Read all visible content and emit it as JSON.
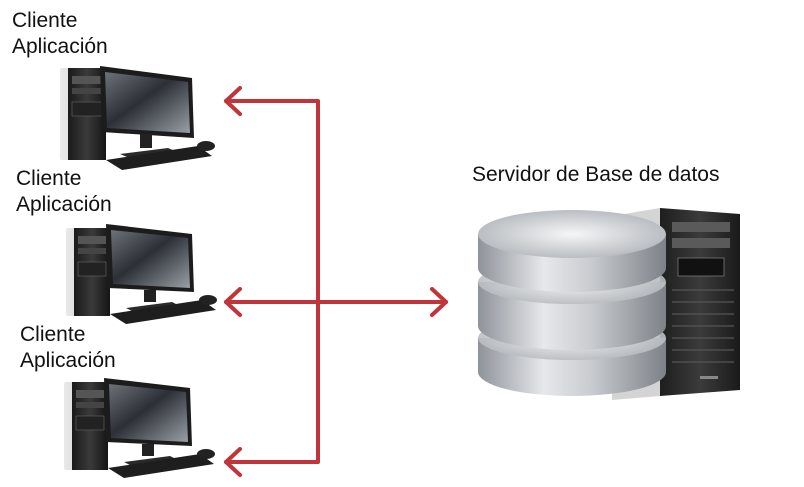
{
  "clients": [
    {
      "line1": "Cliente",
      "line2": "Aplicación"
    },
    {
      "line1": "Cliente",
      "line2": "Aplicación"
    },
    {
      "line1": "Cliente",
      "line2": "Aplicación"
    }
  ],
  "server": {
    "label": "Servidor de Base de datos"
  },
  "colors": {
    "arrow": "#c0343a",
    "monitor_frame": "#1c1c1c",
    "tower": "#2a2a2a",
    "database": "#b8bcc2"
  },
  "icons": [
    "desktop-computer-icon",
    "database-icon",
    "server-tower-icon"
  ]
}
